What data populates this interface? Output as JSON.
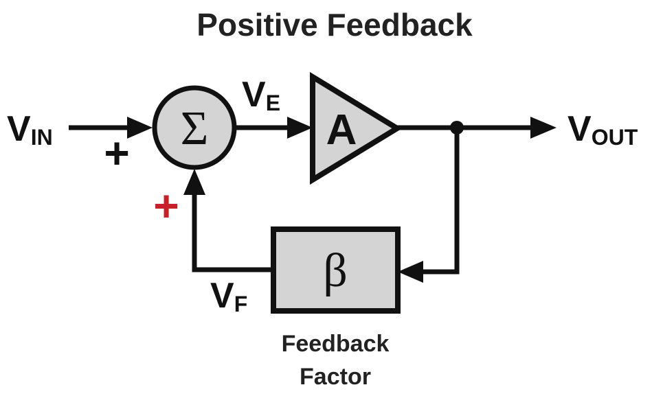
{
  "title": "Positive Feedback",
  "signals": {
    "vin": {
      "main": "V",
      "sub": "IN"
    },
    "ve": {
      "main": "V",
      "sub": "E"
    },
    "vout": {
      "main": "V",
      "sub": "OUT"
    },
    "vf": {
      "main": "V",
      "sub": "F"
    }
  },
  "blocks": {
    "summing_symbol": "Σ",
    "amplifier_symbol": "A",
    "feedback_symbol": "β",
    "feedback_caption_line1": "Feedback",
    "feedback_caption_line2": "Factor"
  },
  "signs": {
    "input_sign": "+",
    "feedback_sign": "+"
  },
  "colors": {
    "line": "#111111",
    "block_fill": "#d4d4d4",
    "positive_feedback_sign": "#c8202a"
  }
}
